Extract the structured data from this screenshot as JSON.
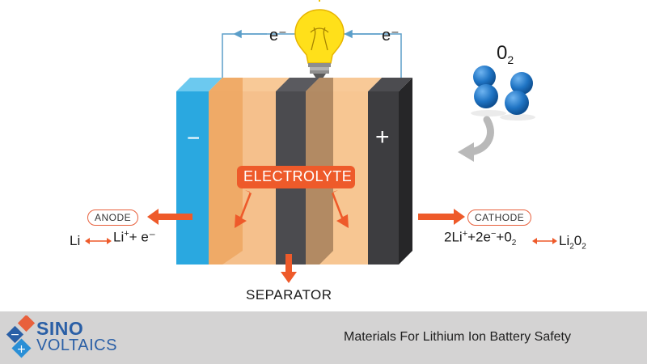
{
  "diagram": {
    "electron_left": "e⁻",
    "electron_right": "e⁻",
    "minus_sign": "−",
    "plus_sign": "+",
    "electrolyte": "ELECTROLYTE",
    "separator": "SEPARATOR",
    "anode": "ANODE",
    "cathode": "CATHODE",
    "oxygen": "0",
    "oxygen_sub": "2",
    "anode_eq": {
      "li": "Li",
      "li2": "Li",
      "plus_sup": "+",
      "rest": "+ e⁻"
    },
    "cathode_eq": {
      "a": "2Li",
      "a_sup": "+",
      "b": "+2e",
      "b_sup": "−",
      "c": "+0",
      "c_sub": "2",
      "d": "Li",
      "d_sub1": "2",
      "d_mid": "0",
      "d_sub2": "2"
    }
  },
  "footer": {
    "brand_line1": "SINO",
    "brand_line2": "VOLTAICS",
    "title": "Materials For Lithium Ion Battery Safety"
  },
  "colors": {
    "anode": "#2aa8e0",
    "electrode_orange": "#f5c08c",
    "separator": "#4b4b4f",
    "cathode": "#3d3d40",
    "arrow": "#ee5a2a",
    "wire": "#5b9ec9",
    "oxygen": "#1f74c4"
  }
}
